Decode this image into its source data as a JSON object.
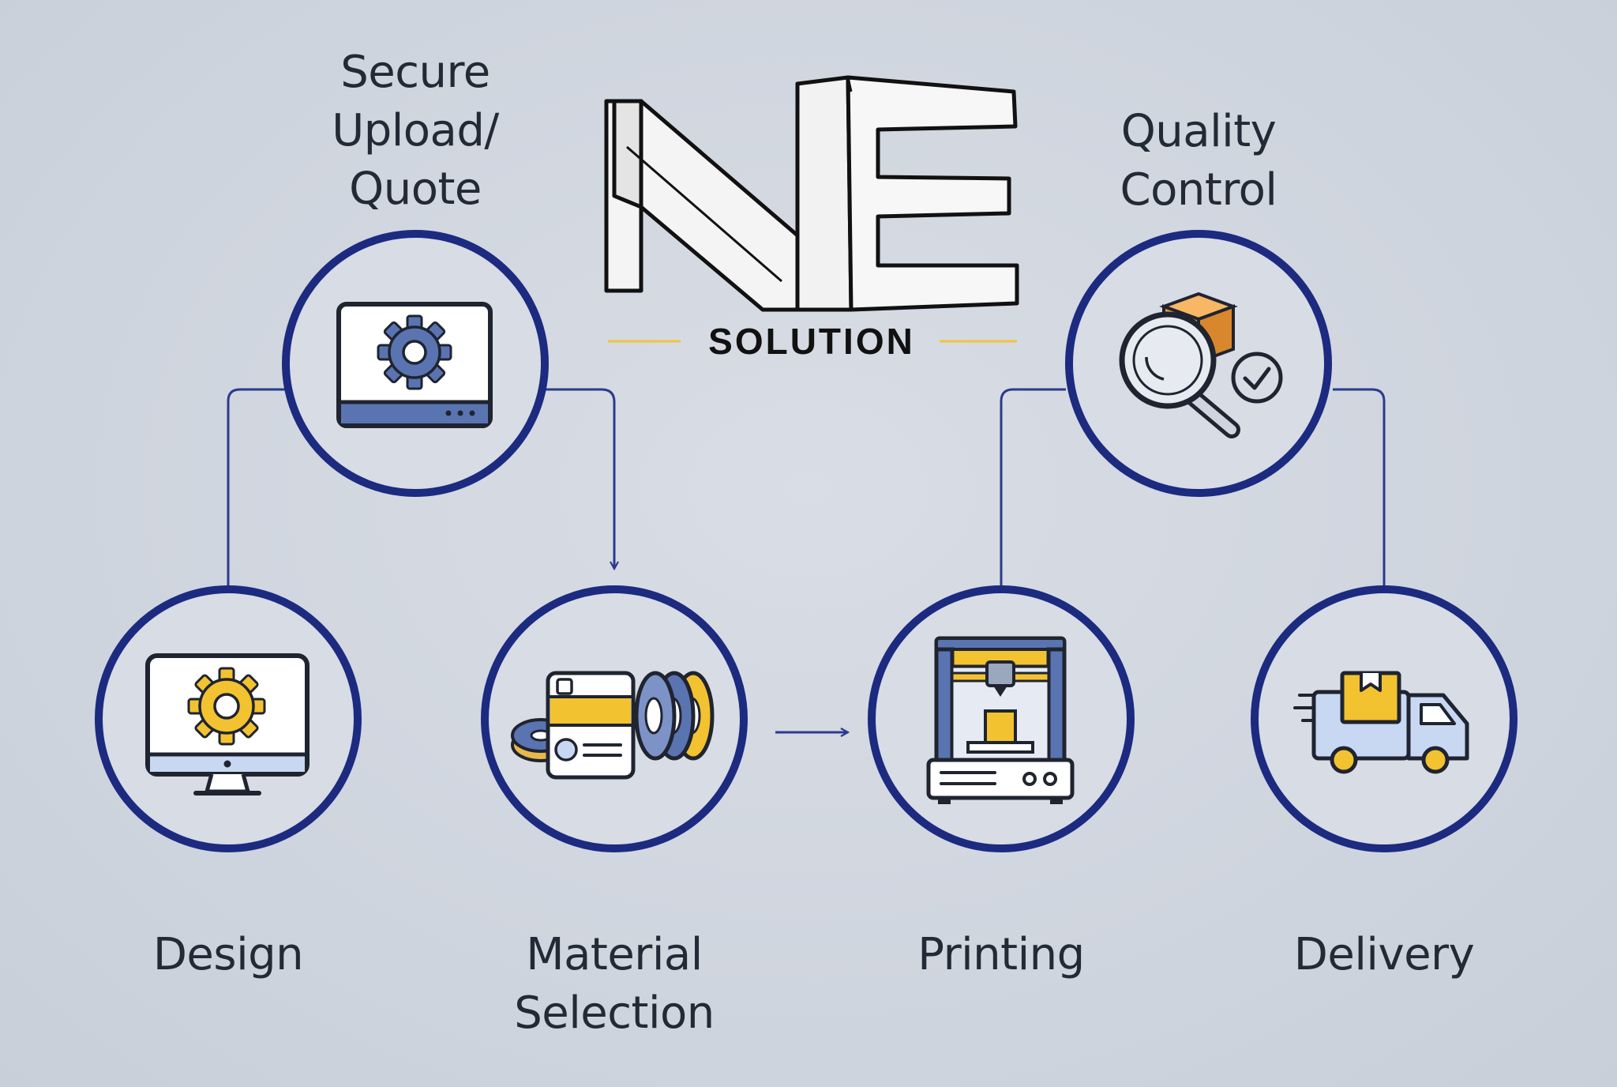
{
  "logo": {
    "letters": "NE",
    "word": "SOLUTION"
  },
  "steps": {
    "secure_upload": {
      "lines": [
        "Secure",
        "Upload/",
        "Quote"
      ],
      "icon": "monitor-gear-icon"
    },
    "quality_control": {
      "lines": [
        "Quality",
        "Control"
      ],
      "icon": "magnifier-check-icon"
    },
    "design": {
      "lines": [
        "Design"
      ],
      "icon": "desktop-gear-icon"
    },
    "material_selection": {
      "lines": [
        "Material",
        "Selection"
      ],
      "icon": "filament-spools-icon"
    },
    "printing": {
      "lines": [
        "Printing"
      ],
      "icon": "3d-printer-icon"
    },
    "delivery": {
      "lines": [
        "Delivery"
      ],
      "icon": "delivery-truck-icon"
    }
  },
  "colors": {
    "ring": "#1c2a80",
    "connector": "#2c3a8c",
    "accent": "#f2c230",
    "icon_blue": "#5a74b2",
    "logo_line": "#f0c43a"
  }
}
